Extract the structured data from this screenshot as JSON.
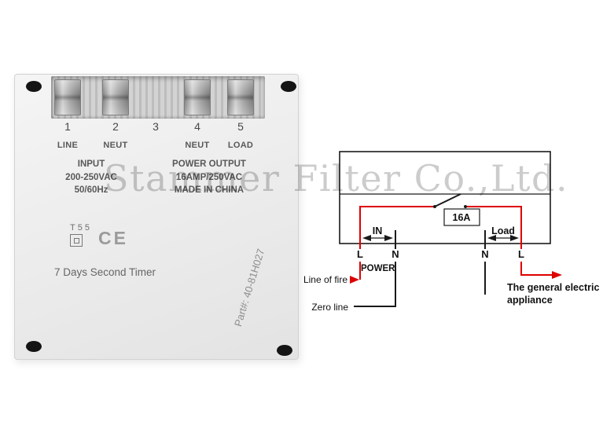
{
  "watermark": "Stammer Filter Co.,Ltd.",
  "device": {
    "terminal_numbers": [
      "1",
      "2",
      "3",
      "4",
      "5"
    ],
    "terminal_labels": [
      "LINE",
      "NEUT",
      "NEUT",
      "LOAD"
    ],
    "input_spec": {
      "title": "INPUT",
      "voltage": "200-250VAC",
      "frequency": "50/60Hz"
    },
    "output_spec": {
      "title": "POWER OUTPUT",
      "rating": "16AMP/250VAC",
      "origin": "MADE IN CHINA"
    },
    "t55_label": "T55",
    "ce_label": "CE",
    "product_name": "7 Days Second Timer",
    "part_number": "Part#: 40-81H027"
  },
  "diagram": {
    "in_label": "IN",
    "load_label": "Load",
    "breaker_label": "16A",
    "terminals": [
      "L",
      "N",
      "N",
      "L"
    ],
    "power_label": "POWER",
    "live_wire_label": "Line of fire",
    "neutral_wire_label": "Zero line",
    "appliance_label_line1": "The general electric",
    "appliance_label_line2": "appliance",
    "colors": {
      "live_wire": "#dd0000",
      "neutral_wire": "#1a1a1a"
    }
  }
}
